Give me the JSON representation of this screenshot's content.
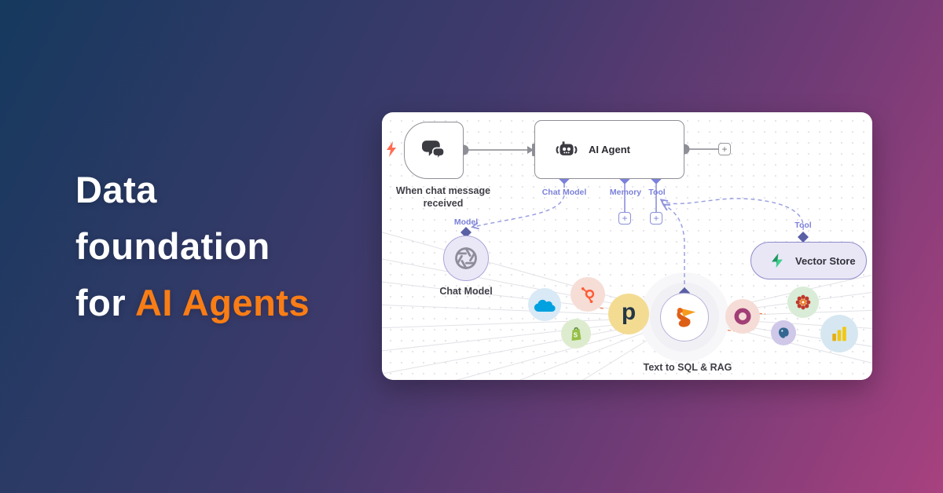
{
  "hero": {
    "line1": "Data",
    "line2": "foundation",
    "line3_prefix": "for",
    "line3_highlight": "AI Agents"
  },
  "workflow": {
    "trigger": {
      "label_line1": "When chat message",
      "label_line2": "received"
    },
    "ai_agent": {
      "title": "AI Agent",
      "ports": [
        "Chat Model",
        "Memory",
        "Tool"
      ]
    },
    "chat_model": {
      "port_label": "Model",
      "label": "Chat Model"
    },
    "vector_store": {
      "port_label": "Tool",
      "label": "Vector Store"
    },
    "central": {
      "label": "Text to SQL & RAG"
    }
  },
  "ui": {
    "plus_glyph": "+"
  },
  "icons": {
    "p_glyph": "p",
    "shopify_letter": "S",
    "integration_names": [
      "salesforce",
      "hubspot",
      "shopify",
      "p-app",
      "odoo-ring",
      "flower-gear",
      "postgresql",
      "power-bi"
    ],
    "trigger_icon": "chat-bubbles",
    "agent_icon": "robot",
    "chat_model_icon": "openai",
    "vector_store_icon": "supabase-bolt",
    "central_icon": "pelican"
  },
  "colors": {
    "accent_orange": "#f97d15",
    "bg_gradient_start": "#16395e",
    "bg_gradient_end": "#a8417f",
    "node_border": "#8f8f96",
    "port_purple": "#7c81d9",
    "port_dark_diamond": "#5a60a5",
    "wire_gray": "#98989e",
    "dashed_purple": "#9aa0e0",
    "trigger_bolt": "#ff6c52"
  }
}
